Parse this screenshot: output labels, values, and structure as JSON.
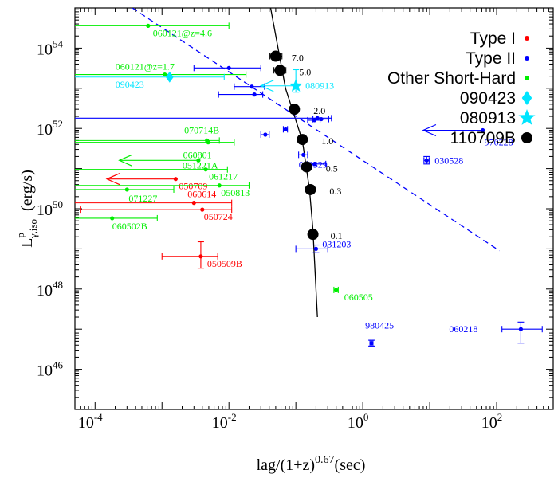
{
  "chart_data": {
    "type": "scatter",
    "title": "",
    "xlabel": "lag/(1+z)",
    "xlabel_exp": "0.67",
    "xlabel_suffix": "(sec)",
    "ylabel": "L",
    "ylabel_sup": "p",
    "ylabel_sub": "γ,iso",
    "ylabel_suffix": "(erg/s)",
    "xscale": "log",
    "yscale": "log",
    "xlim": [
      5e-05,
      700
    ],
    "ylim": [
      1e+45,
      1e+55
    ],
    "grid": false,
    "legend_position": "top-right",
    "x_ticks": [
      {
        "value": 0.0001,
        "base": "10",
        "exp": "-4"
      },
      {
        "value": 0.01,
        "base": "10",
        "exp": "-2"
      },
      {
        "value": 1,
        "base": "10",
        "exp": "0"
      },
      {
        "value": 100,
        "base": "10",
        "exp": "2"
      }
    ],
    "y_ticks": [
      {
        "value": 1e+46,
        "base": "10",
        "exp": "46"
      },
      {
        "value": 1e+48,
        "base": "10",
        "exp": "48"
      },
      {
        "value": 1e+50,
        "base": "10",
        "exp": "50"
      },
      {
        "value": 1e+52,
        "base": "10",
        "exp": "52"
      },
      {
        "value": 1e+54,
        "base": "10",
        "exp": "54"
      }
    ],
    "colors": {
      "type1": "#ff0000",
      "type2": "#0000ff",
      "short": "#00ee00",
      "cyan": "#00e5ff",
      "grb": "#000000"
    },
    "legend": [
      {
        "label": "Type I",
        "color": "#ff0000",
        "marker": "dot"
      },
      {
        "label": "Type II",
        "color": "#0000ff",
        "marker": "dot"
      },
      {
        "label": "Other Short-Hard",
        "color": "#00ee00",
        "marker": "dot"
      },
      {
        "label": "090423",
        "color": "#00e5ff",
        "marker": "diamond"
      },
      {
        "label": "080913",
        "color": "#00e5ff",
        "marker": "star"
      },
      {
        "label": "110709B",
        "color": "#000000",
        "marker": "bigdot"
      }
    ],
    "series": [
      {
        "name": "Type I",
        "color": "#ff0000",
        "points": [
          {
            "label": "050709",
            "x": 0.0016,
            "y": 5.5e+50,
            "xerr": [
              0.00015,
              0.0016
            ],
            "upper_limit": true
          },
          {
            "label": "060614",
            "x": 0.003,
            "y": 1.4e+50,
            "xerr": [
              5e-05,
              0.011
            ]
          },
          {
            "label": "050724",
            "x": 0.004,
            "y": 9.5e+49,
            "xerr": [
              6e-05,
              0.011
            ]
          },
          {
            "label": "050509B",
            "x": 0.0038,
            "y": 6.5e+48,
            "xerr": [
              0.001,
              0.0068
            ],
            "yerr": [
              3.3e+48,
              1.5e+49
            ]
          }
        ]
      },
      {
        "name": "Type II",
        "color": "#0000ff",
        "points": [
          {
            "label": "",
            "x": 0.01,
            "y": 3.2e+53,
            "xerr": [
              0.003,
              0.03
            ]
          },
          {
            "label": "",
            "x": 0.022,
            "y": 1.1e+53,
            "xerr": [
              0.012,
              0.034
            ]
          },
          {
            "label": "",
            "x": 0.024,
            "y": 7e+52,
            "xerr": [
              0.007,
              0.032
            ]
          },
          {
            "label": "",
            "x": 0.21,
            "y": 1.8e+52,
            "xerr": [
              5e-05,
              0.34
            ]
          },
          {
            "label": "",
            "x": 0.19,
            "y": 1.6e+52,
            "xerr": [
              0.15,
              0.23
            ]
          },
          {
            "label": "",
            "x": 0.24,
            "y": 1.7e+52,
            "xerr": [
              0.18,
              0.31
            ]
          },
          {
            "label": "",
            "x": 0.07,
            "y": 9.5e+51,
            "xerr": [
              0.065,
              0.075
            ]
          },
          {
            "label": "",
            "x": 0.035,
            "y": 7e+51,
            "xerr": [
              0.03,
              0.04
            ]
          },
          {
            "label": "030329",
            "x": 0.13,
            "y": 2.2e+51,
            "xerr": [
              0.11,
              0.15
            ]
          },
          {
            "label": "",
            "x": 0.19,
            "y": 1.3e+51,
            "xerr": [
              0.15,
              0.28
            ]
          },
          {
            "label": "970228",
            "x": 62,
            "y": 9e+51,
            "xerr": [
              8.0,
              62
            ],
            "upper_limit": true
          },
          {
            "label": "030528",
            "x": 9.0,
            "y": 1.6e+51,
            "xerr": [
              8.2,
              9.8
            ],
            "yerr": [
              1.3e+51,
              2e+51
            ]
          },
          {
            "label": "031203",
            "x": 0.2,
            "y": 1e+49,
            "xerr": [
              0.1,
              0.3
            ],
            "yerr": [
              8e+48,
              1.25e+49
            ]
          },
          {
            "label": "980425",
            "x": 1.35,
            "y": 4.5e+46,
            "xerr": [
              1.28,
              1.42
            ],
            "yerr": [
              3.8e+46,
              5.3e+46
            ]
          },
          {
            "label": "060218",
            "x": 230,
            "y": 1e+47,
            "xerr": [
              120,
              480
            ],
            "yerr": [
              4.5e+46,
              1.5e+47
            ]
          }
        ]
      },
      {
        "name": "Other Short-Hard",
        "color": "#00ee00",
        "points": [
          {
            "label": "060121@z=4.6",
            "x": 0.00062,
            "y": 3.6e+54,
            "xerr": [
              5e-05,
              0.01
            ]
          },
          {
            "label": "060121@z=1.7",
            "x": 0.0011,
            "y": 2.2e+53,
            "xerr": [
              5e-05,
              0.018
            ]
          },
          {
            "label": "070714B",
            "x": 0.0049,
            "y": 4.5e+51,
            "xerr": [
              5e-05,
              0.012
            ]
          },
          {
            "label": "060801",
            "x": 0.0047,
            "y": 5e+51,
            "xerr": [
              5e-05,
              0.0072
            ]
          },
          {
            "label": "051221A",
            "x": 0.0035,
            "y": 1.6e+51,
            "xerr": [
              0.00023,
              0.0035
            ],
            "upper_limit": true
          },
          {
            "label": "061217",
            "x": 0.0045,
            "y": 9.5e+50,
            "xerr": [
              5e-05,
              0.0095
            ]
          },
          {
            "label": "050813",
            "x": 0.0072,
            "y": 3.8e+50,
            "xerr": [
              5e-05,
              0.02
            ]
          },
          {
            "label": "071227",
            "x": 0.0003,
            "y": 3e+50,
            "xerr": [
              5e-05,
              0.0015
            ]
          },
          {
            "label": "060502B",
            "x": 0.00018,
            "y": 5.8e+49,
            "xerr": [
              5e-05,
              0.00085
            ]
          },
          {
            "label": "060505",
            "x": 0.4,
            "y": 9.5e+47,
            "xerr": [
              0.37,
              0.43
            ]
          }
        ]
      },
      {
        "name": "090423",
        "color": "#00e5ff",
        "points": [
          {
            "label": "090423",
            "x": 0.0013,
            "y": 1.9e+53,
            "xerr": [
              5e-05,
              0.0085
            ],
            "marker": "diamond"
          }
        ]
      },
      {
        "name": "080913",
        "color": "#00e5ff",
        "points": [
          {
            "label": "080913",
            "x": 0.1,
            "y": 1.15e+53,
            "xerr": [
              0.03,
              0.1
            ],
            "yerr": [
              8e+52,
              2.9e+53
            ],
            "marker": "star",
            "upper_limit": true
          }
        ]
      },
      {
        "name": "110709B",
        "color": "#000000",
        "points": [
          {
            "label": "7.0",
            "x": 0.05,
            "y": 6.3e+53,
            "xerr": [
              0.041,
              0.062
            ]
          },
          {
            "label": "5.0",
            "x": 0.058,
            "y": 2.8e+53,
            "xerr": [
              0.047,
              0.071
            ]
          },
          {
            "label": "2.0",
            "x": 0.095,
            "y": 3e+52,
            "xerr": [
              0.083,
              0.11
            ]
          },
          {
            "label": "1.0",
            "x": 0.125,
            "y": 5.3e+51,
            "xerr": [
              0.11,
              0.14
            ]
          },
          {
            "label": "0.5",
            "x": 0.145,
            "y": 1.1e+51,
            "xerr": [
              0.13,
              0.165
            ]
          },
          {
            "label": "0.3",
            "x": 0.165,
            "y": 3e+50,
            "xerr": [
              0.15,
              0.185
            ]
          },
          {
            "label": "0.1",
            "x": 0.18,
            "y": 2.3e+49,
            "xerr": [
              0.165,
              0.2
            ]
          }
        ]
      }
    ],
    "fit_line": {
      "style": "solid",
      "color": "#000000",
      "points": [
        [
          0.042,
          1e+55
        ],
        [
          0.07,
          1e+53
        ],
        [
          0.125,
          5e+51
        ],
        [
          0.16,
          3e+50
        ],
        [
          0.18,
          3e+49
        ],
        [
          0.2,
          1e+48
        ],
        [
          0.21,
          2e+47
        ]
      ]
    },
    "limit_line": {
      "style": "dashed",
      "color": "#0000ff",
      "points": [
        [
          0.00036,
          1e+55
        ],
        [
          110,
          9e+48
        ]
      ]
    }
  }
}
